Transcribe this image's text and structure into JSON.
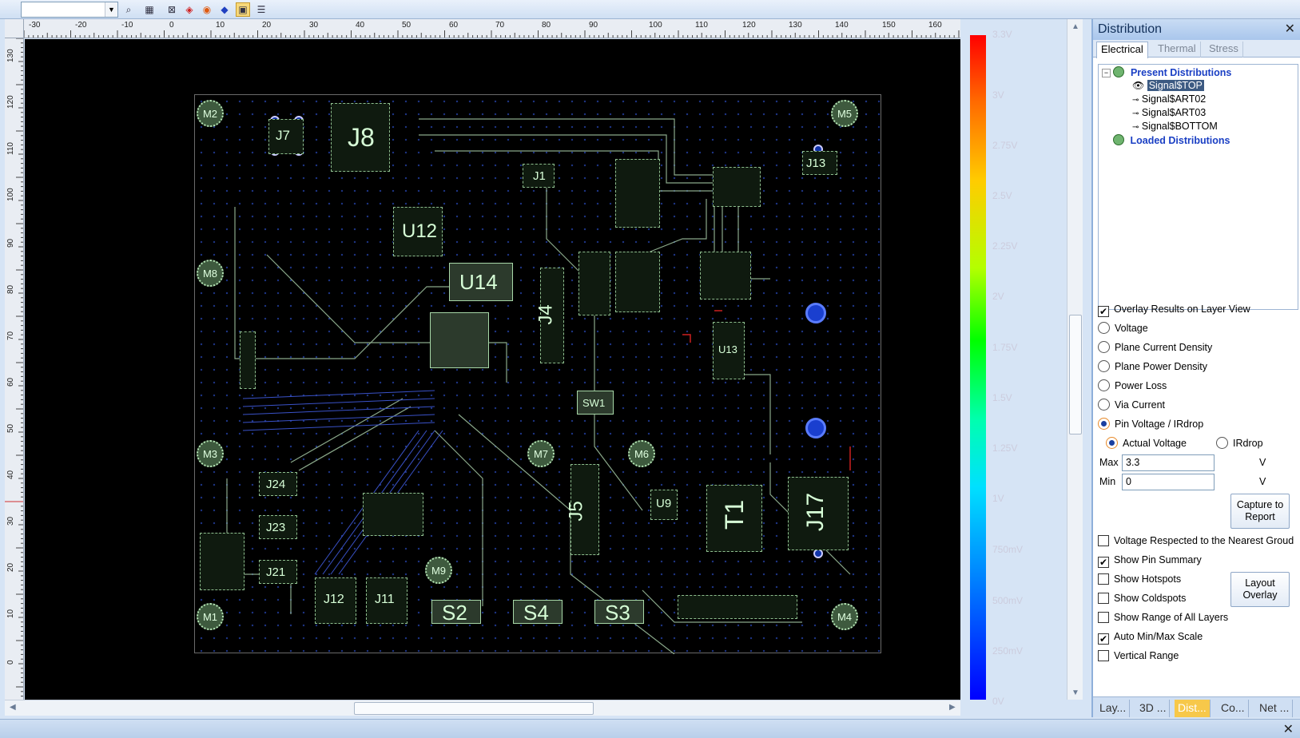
{
  "toolbar": {
    "layer_value": "",
    "buttons": [
      "zoom-icon",
      "grid-icon",
      "net-icon",
      "layer-red-icon",
      "layer-orange-icon",
      "layer-blue-icon",
      "distribution-icon",
      "report-icon"
    ]
  },
  "ruler": {
    "x_labels": [
      "-30",
      "-20",
      "-10",
      "0",
      "10",
      "20",
      "30",
      "40",
      "50",
      "60",
      "70",
      "80",
      "90",
      "100",
      "110",
      "120",
      "130",
      "140",
      "150",
      "160"
    ],
    "y_labels": [
      "130",
      "120",
      "110",
      "100",
      "90",
      "80",
      "70",
      "60",
      "50",
      "40",
      "30",
      "20",
      "10",
      "0"
    ]
  },
  "board": {
    "refs": {
      "J8": "J8",
      "J7": "J7",
      "J1": "J1",
      "J13": "J13",
      "U12": "U12",
      "U14": "U14",
      "J4": "J4",
      "U13": "U13",
      "SW1": "SW1",
      "M7": "M7",
      "M6": "M6",
      "J5": "J5",
      "U9": "U9",
      "T1": "T1",
      "J17": "J17",
      "J24": "J24",
      "J23": "J23",
      "J21": "J21",
      "J12": "J12",
      "J11": "J11",
      "S2": "S2",
      "S4": "S4",
      "S3": "S3",
      "M9": "M9"
    },
    "mounting_holes": [
      "M2",
      "M5",
      "M8",
      "M3",
      "M1",
      "M4"
    ]
  },
  "colorbar": {
    "labels": [
      "3.3V",
      "3V",
      "2.75V",
      "2.5V",
      "2.25V",
      "2V",
      "1.75V",
      "1.5V",
      "1.25V",
      "1V",
      "750mV",
      "500mV",
      "250mV",
      "0V"
    ],
    "max_color": "#ff0000",
    "min_color": "#0000ff"
  },
  "panel": {
    "title": "Distribution",
    "tabs": [
      "Electrical",
      "Thermal",
      "Stress"
    ],
    "active_tab": "Electrical",
    "tree": {
      "present": "Present Distributions",
      "items": [
        "Signal$TOP",
        "Signal$ART02",
        "Signal$ART03",
        "Signal$BOTTOM"
      ],
      "selected": "Signal$TOP",
      "loaded": "Loaded Distributions"
    },
    "overlay_label": "Overlay Results on Layer View",
    "radios": [
      "Voltage",
      "Plane Current Density",
      "Plane Power Density",
      "Power Loss",
      "Via Current",
      "Pin Voltage / IRdrop"
    ],
    "selected_radio": "Pin Voltage / IRdrop",
    "sub_radios": [
      "Actual Voltage",
      "IRdrop"
    ],
    "max_label": "Max",
    "max_value": "3.3",
    "min_label": "Min",
    "min_value": "0",
    "unit": "V",
    "capture_button": "Capture to Report",
    "layout_overlay_button": "Layout Overlay",
    "checks": [
      {
        "label": "Voltage Respected to the Nearest Groud",
        "checked": false
      },
      {
        "label": "Show Pin Summary",
        "checked": true
      },
      {
        "label": "Show Hotspots",
        "checked": false
      },
      {
        "label": "Show Coldspots",
        "checked": false
      },
      {
        "label": "Show Range of All Layers",
        "checked": false
      },
      {
        "label": "Auto Min/Max Scale",
        "checked": true
      },
      {
        "label": "Vertical Range",
        "checked": false
      }
    ],
    "bottom_tabs": [
      "Lay...",
      "3D ...",
      "Dist...",
      "Co...",
      "Net ..."
    ],
    "active_bottom_tab": "Dist..."
  }
}
